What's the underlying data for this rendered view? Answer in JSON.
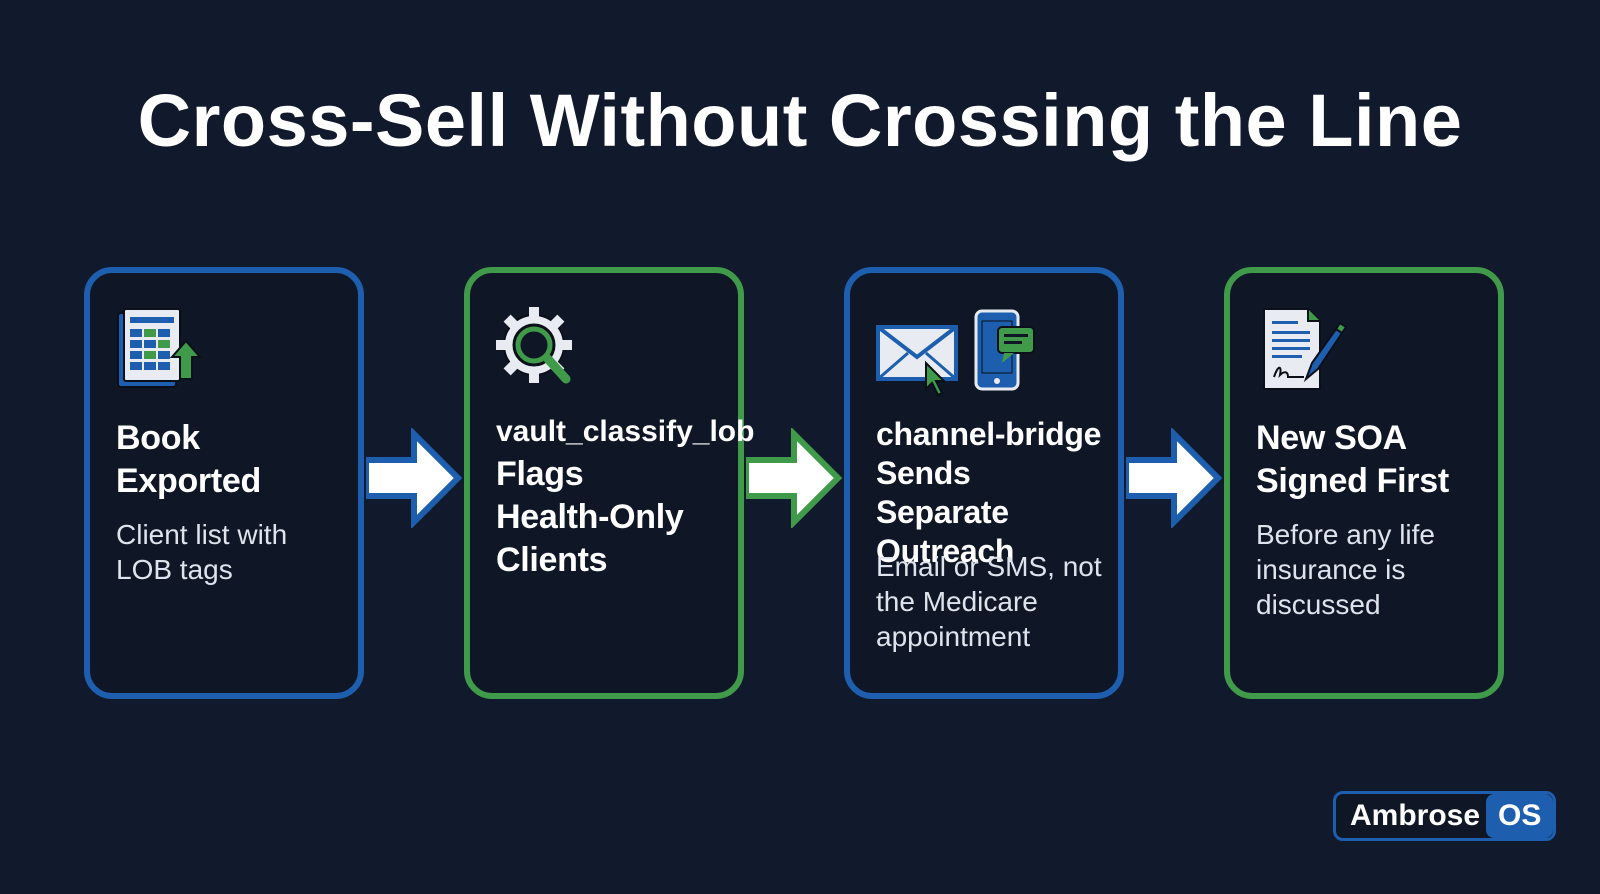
{
  "title": "Cross-Sell Without Crossing the Line",
  "steps": [
    {
      "prefix": "",
      "heading_lines": [
        "Book",
        "Exported"
      ],
      "description_lines": [
        "Client list with",
        "LOB tags"
      ],
      "icon": "spreadsheet-export-icon",
      "border_color": "#1d5fae"
    },
    {
      "prefix": "vault_classify_lob",
      "heading_lines": [
        "Flags",
        "Health-Only",
        "Clients"
      ],
      "description_lines": [],
      "icon": "gear-search-icon",
      "border_color": "#3f9a4a"
    },
    {
      "prefix": "",
      "heading_lines": [
        "channel-bridge",
        "Sends Separate",
        "Outreach"
      ],
      "description_lines": [
        "Email or SMS, not",
        "the Medicare",
        "appointment"
      ],
      "icon": "email-phone-icon",
      "border_color": "#1d5fae"
    },
    {
      "prefix": "",
      "heading_lines": [
        "New SOA",
        "Signed First"
      ],
      "description_lines": [
        "Before any life",
        "insurance is",
        "discussed"
      ],
      "icon": "signed-document-icon",
      "border_color": "#3f9a4a"
    }
  ],
  "brand": {
    "name": "Ambrose",
    "suffix": "OS"
  },
  "colors": {
    "background": "#111a2c",
    "blue": "#1d5fae",
    "green": "#3f9a4a"
  }
}
